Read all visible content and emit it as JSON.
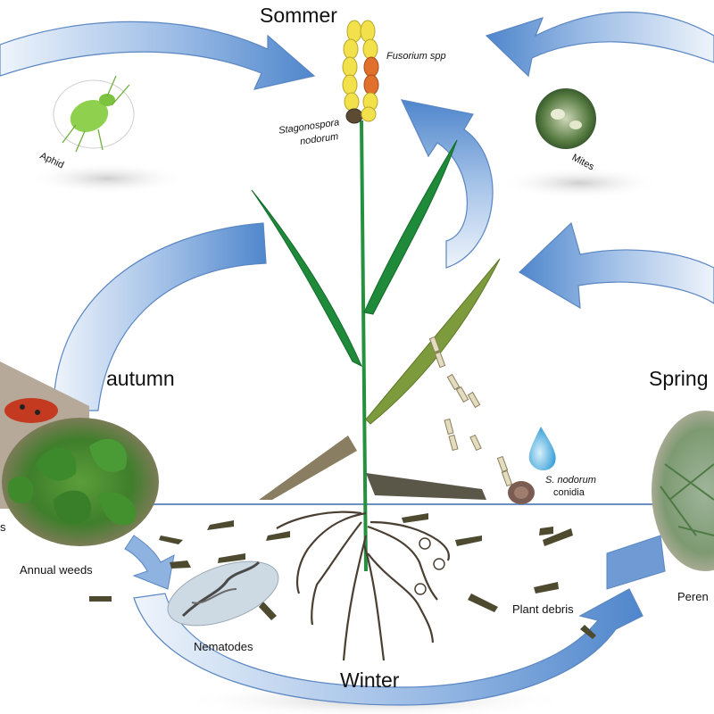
{
  "seasons": {
    "summer": "Sommer",
    "autumn": "autumn",
    "spring": "Spring",
    "winter": "Winter"
  },
  "labels": {
    "fusarium": "Fusorium spp",
    "stagonospora_1": "Stagonospora",
    "stagonospora_2": "nodorum",
    "aphid": "Aphid",
    "mites": "Mites",
    "conidia_1": "S. nodorum",
    "conidia_2": "conidia",
    "annual_weeds": "Annual weeds",
    "nematodes": "Nematodes",
    "plant_debris": "Plant debris",
    "perennial_partial": "Peren",
    "cut_left": "s"
  },
  "colors": {
    "arrow_fill": "#5b8fd0",
    "arrow_light": "#dce8f7",
    "leaf_dark": "#1e8a3a",
    "leaf_olive": "#7d9a3c",
    "stem": "#25913f",
    "root": "#4a3f33",
    "ear_yellow": "#f2e14a",
    "ear_orange": "#e0702c",
    "debris": "#4d4a30",
    "ground_line": "#6a8fc0"
  }
}
